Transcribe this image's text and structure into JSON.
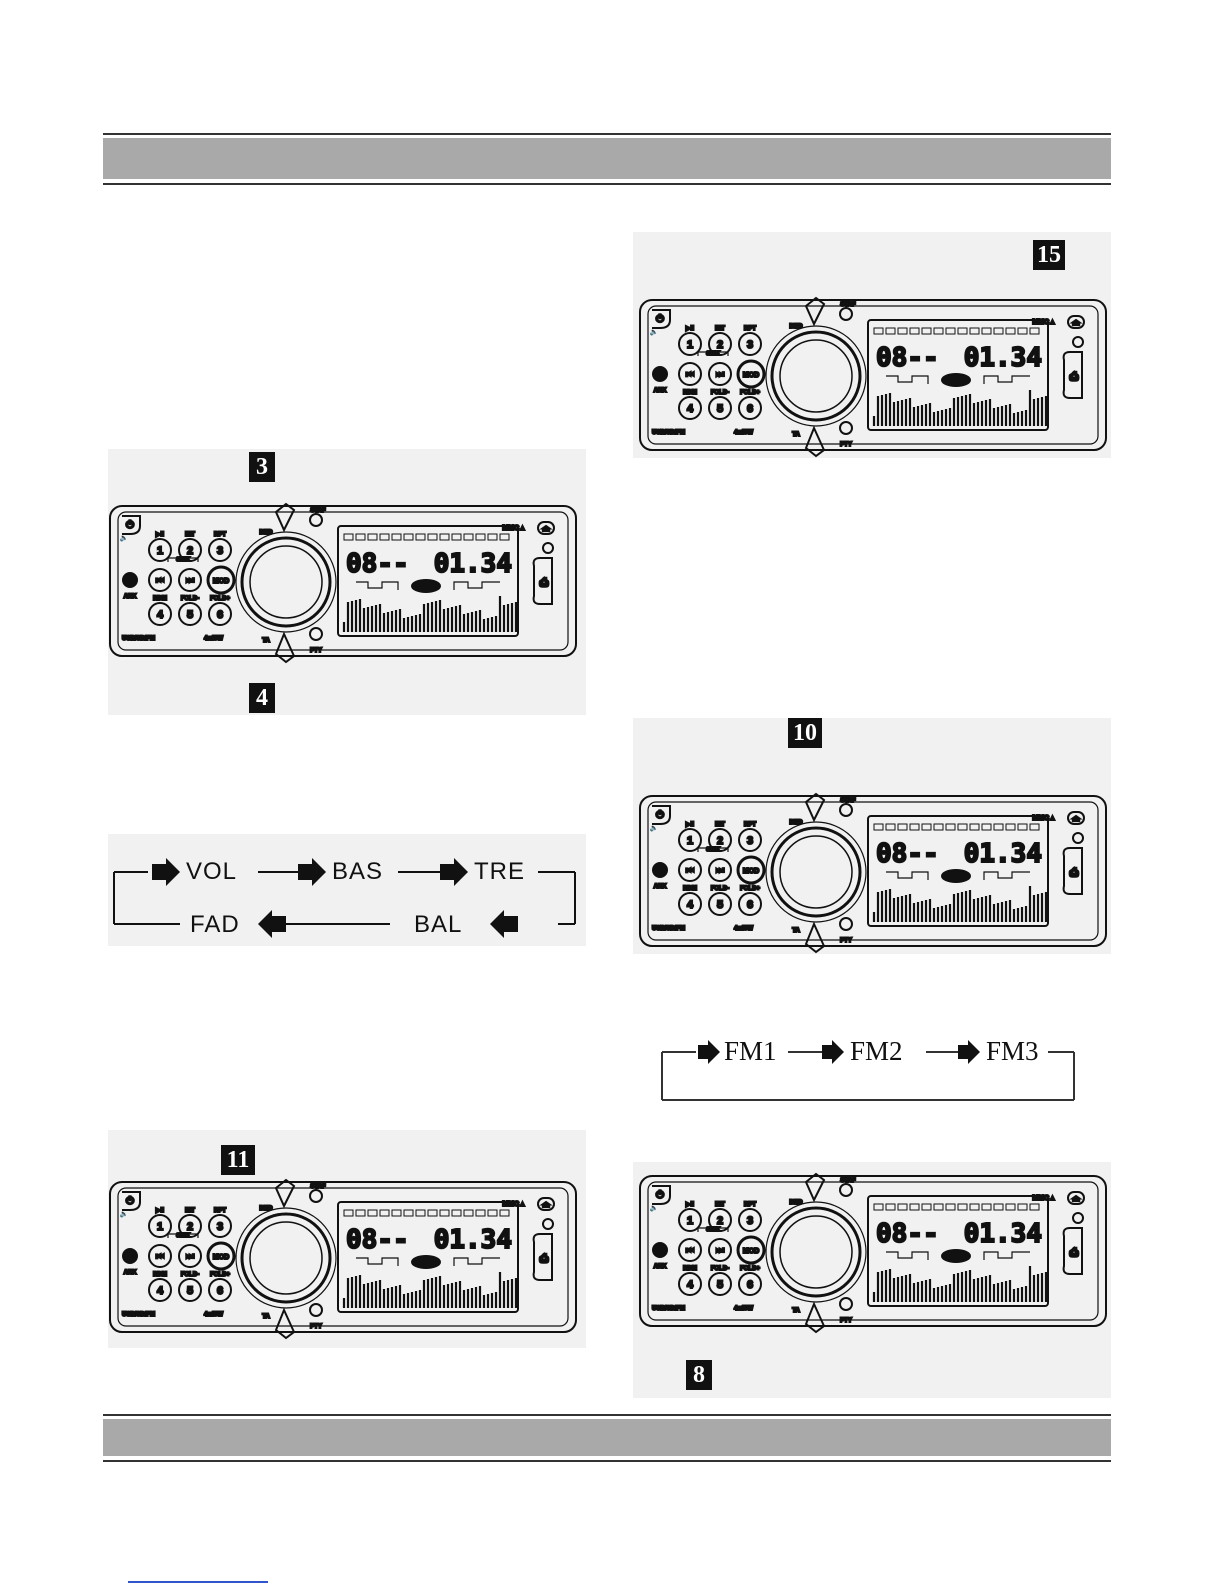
{
  "radio": {
    "brand": "MMC",
    "input": "AUX",
    "model": "USB/SD/FM",
    "power": "4x45W",
    "buttons": [
      "1",
      "2",
      "3",
      "4",
      "5",
      "6"
    ],
    "button_labels": [
      "▶II",
      "INT",
      "RPT",
      "RDM",
      "FOLD-",
      "FOLD+"
    ],
    "seek_label": "SEEK",
    "mod_label": "MOD",
    "band_label": "BND",
    "staf_label": "STAF",
    "pty_label": "PTY",
    "ta_label": "TA",
    "display_track": "08--",
    "display_time": "01.34"
  },
  "callouts": {
    "c15": "15",
    "c3": "3",
    "c4": "4",
    "c10": "10",
    "c11": "11",
    "c8": "8"
  },
  "audio_flow": {
    "vol": "VOL",
    "bas": "BAS",
    "tre": "TRE",
    "bal": "BAL",
    "fad": "FAD"
  },
  "band_flow": {
    "fm1": "FM1",
    "fm2": "FM2",
    "fm3": "FM3"
  }
}
